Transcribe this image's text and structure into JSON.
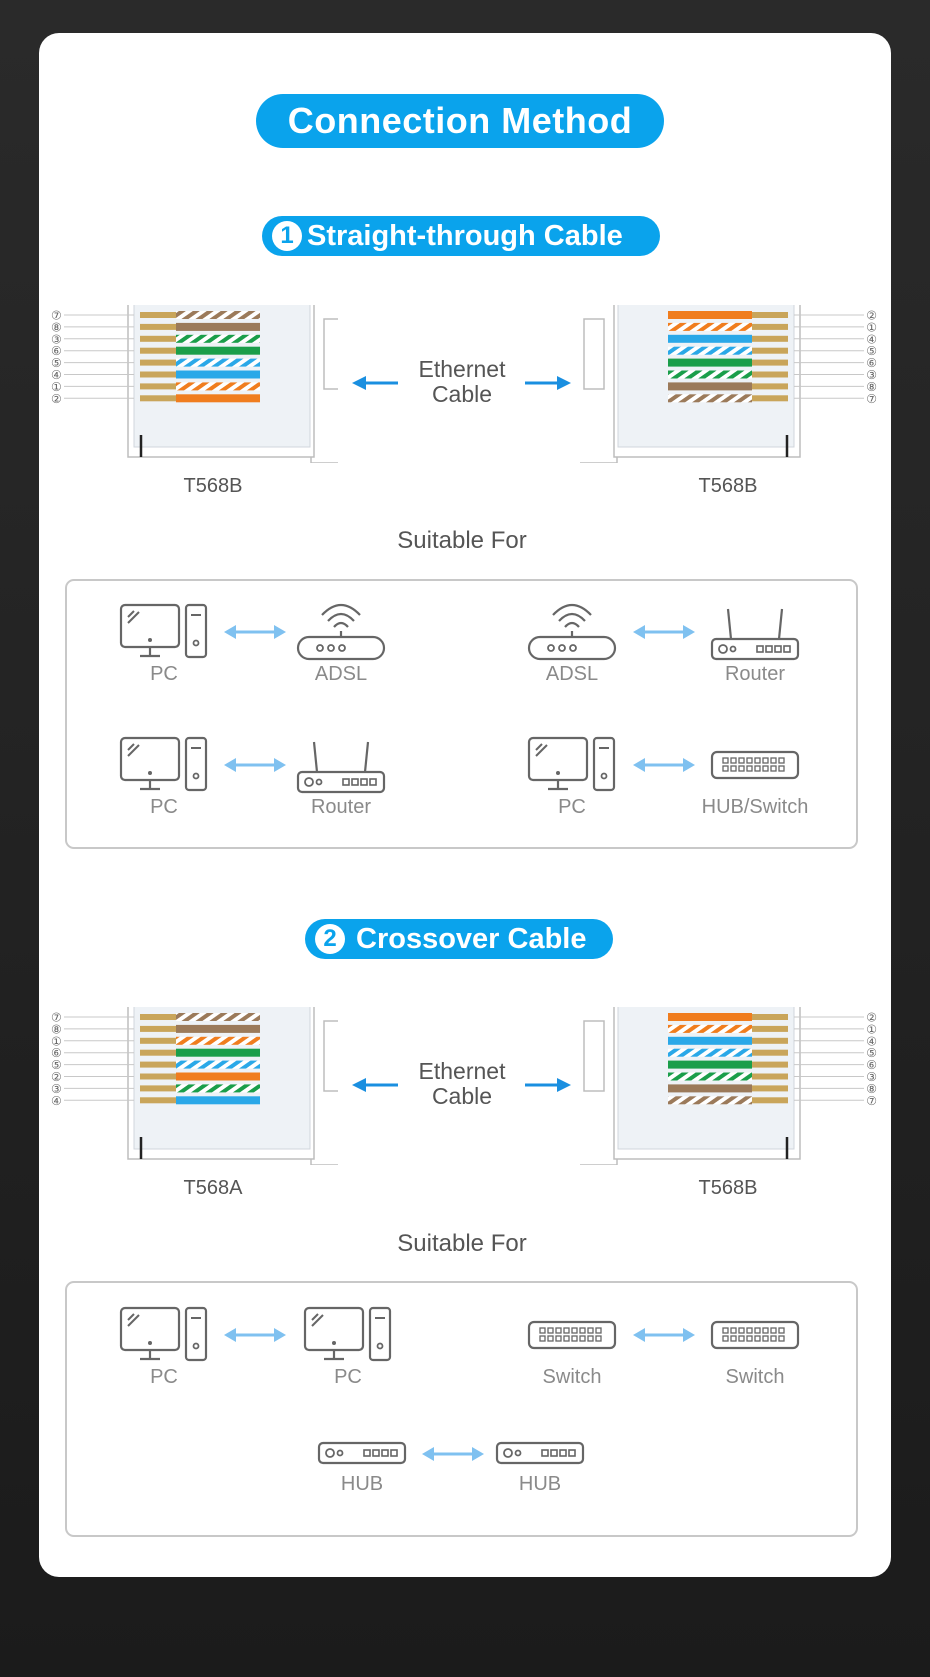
{
  "title": "Connection Method",
  "sections": [
    {
      "number": "1",
      "title": "Straight-through Cable",
      "left_standard": "T568B",
      "right_standard": "T568B",
      "left_pins": [
        "⑦",
        "⑧",
        "③",
        "⑥",
        "⑤",
        "④",
        "①",
        "②"
      ],
      "right_pins": [
        "②",
        "①",
        "④",
        "⑤",
        "⑥",
        "③",
        "⑧",
        "⑦"
      ],
      "cable_label_line1": "Ethernet",
      "cable_label_line2": "Cable",
      "suitable_for": "Suitable For",
      "pairs": [
        {
          "left": "PC",
          "right": "ADSL",
          "left_icon": "pc-icon",
          "right_icon": "adsl-modem-icon"
        },
        {
          "left": "ADSL",
          "right": "Router",
          "left_icon": "adsl-modem-icon",
          "right_icon": "router-icon"
        },
        {
          "left": "PC",
          "right": "Router",
          "left_icon": "pc-icon",
          "right_icon": "router-icon"
        },
        {
          "left": "PC",
          "right": "HUB/Switch",
          "left_icon": "pc-icon",
          "right_icon": "switch-icon"
        }
      ]
    },
    {
      "number": "2",
      "title": "Crossover Cable",
      "left_standard": "T568A",
      "right_standard": "T568B",
      "left_pins": [
        "⑦",
        "⑧",
        "①",
        "⑥",
        "⑤",
        "②",
        "③",
        "④"
      ],
      "right_pins": [
        "②",
        "①",
        "④",
        "⑤",
        "⑥",
        "③",
        "⑧",
        "⑦"
      ],
      "cable_label_line1": "Ethernet",
      "cable_label_line2": "Cable",
      "suitable_for": "Suitable For",
      "pairs": [
        {
          "left": "PC",
          "right": "PC",
          "left_icon": "pc-icon",
          "right_icon": "pc-icon"
        },
        {
          "left": "Switch",
          "right": "Switch",
          "left_icon": "switch-icon",
          "right_icon": "switch-icon"
        },
        {
          "left": "HUB",
          "right": "HUB",
          "left_icon": "hub-icon",
          "right_icon": "hub-icon"
        }
      ]
    }
  ],
  "colors": {
    "accent": "#0aa3ec",
    "arrow": "#1a8fe0",
    "device_arrow": "#7fc1f0",
    "wire_orange": "#f07d1e",
    "wire_green": "#1a9e4a",
    "wire_blue": "#2aa8e8",
    "wire_brown": "#9b7a5a",
    "contact_gold": "#c9a55a"
  }
}
